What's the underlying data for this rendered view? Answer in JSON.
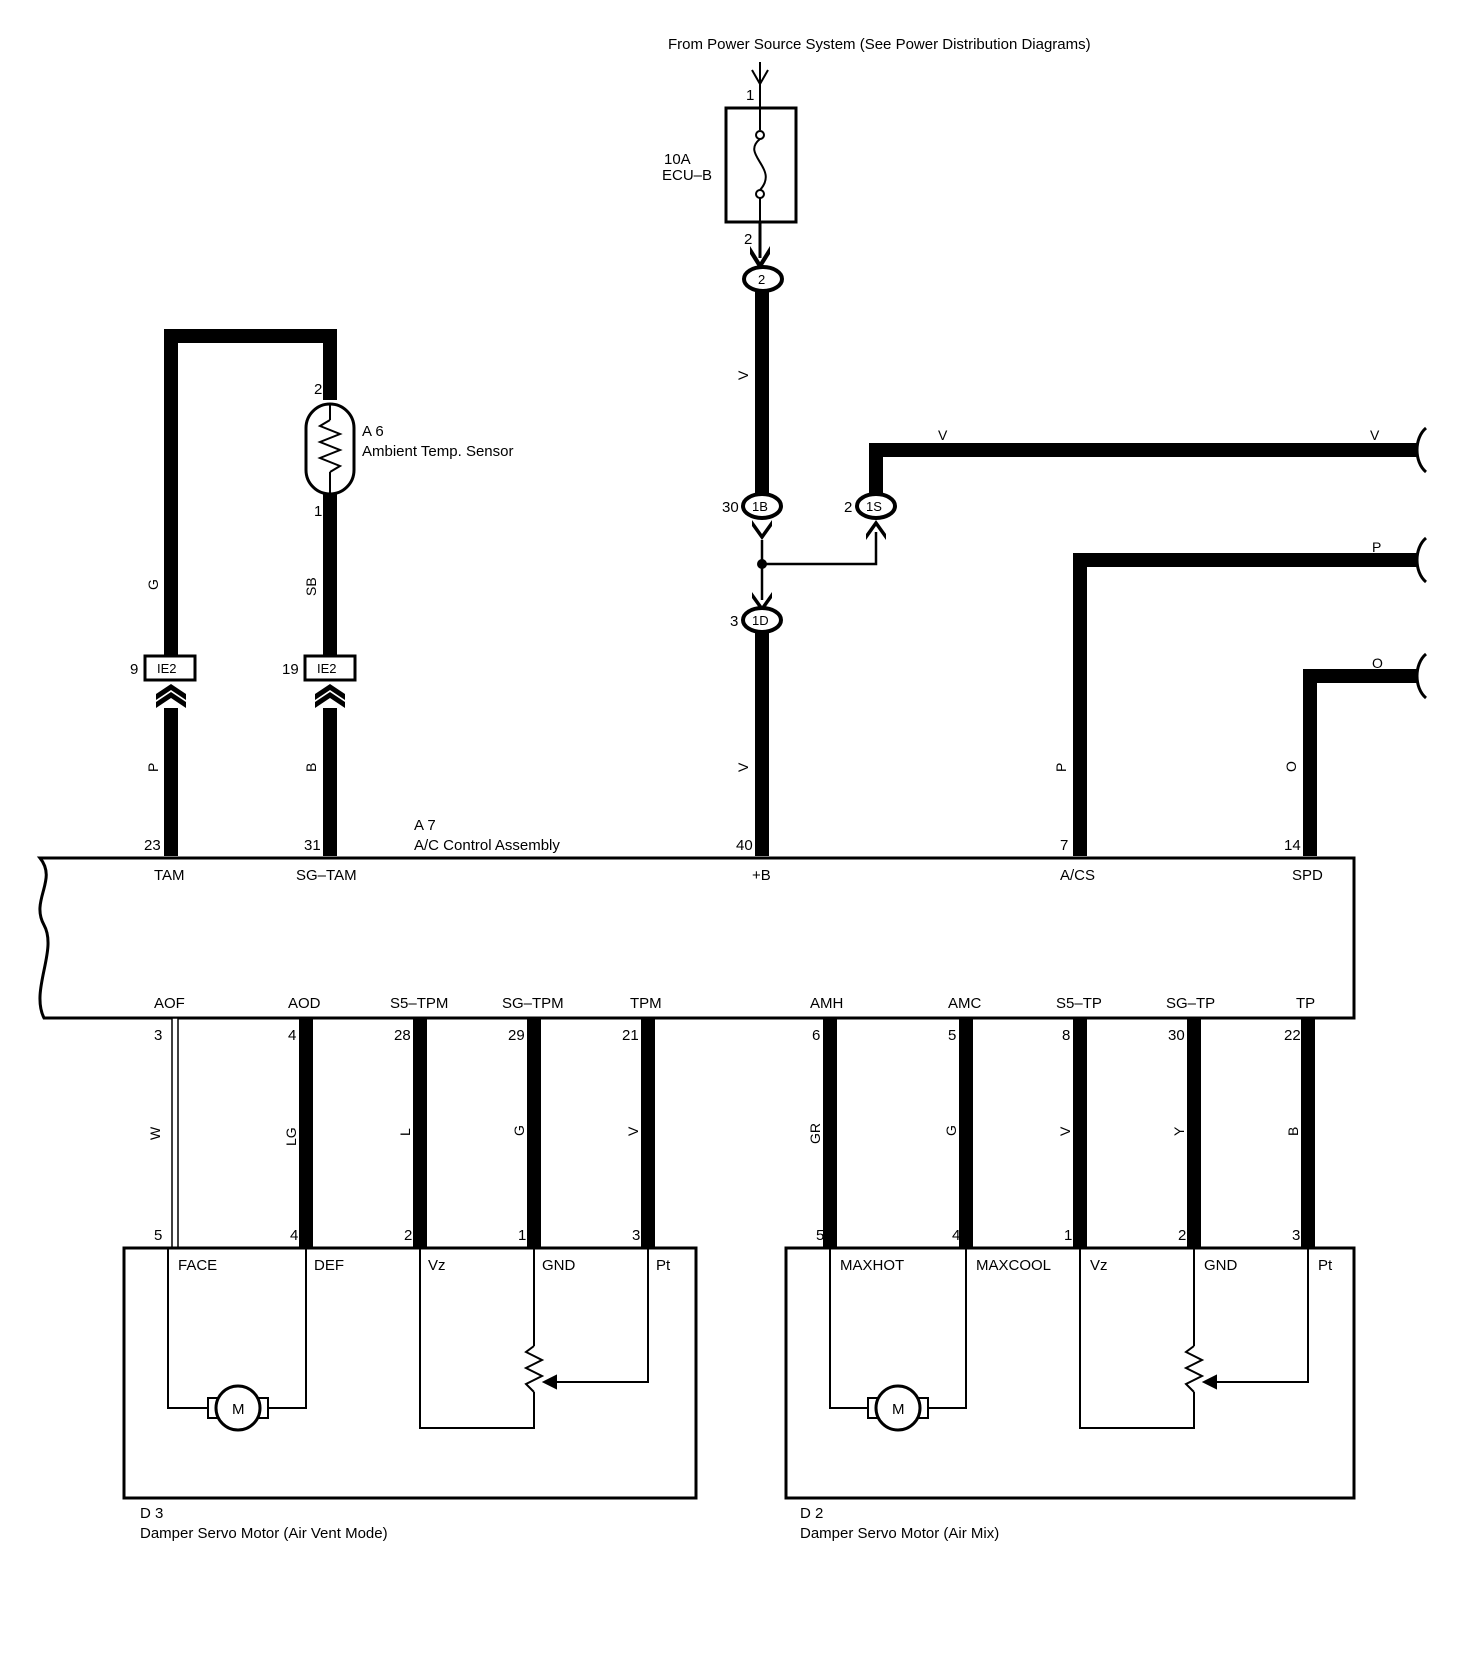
{
  "power_source": "From Power Source System (See Power Distribution Diagrams)",
  "fuse": {
    "rating": "10A",
    "name": "ECU–B",
    "pin_in": "1",
    "pin_out": "2"
  },
  "connectors": {
    "c2": "2",
    "c1b": "1B",
    "c1b_pin": "30",
    "c1s": "1S",
    "c1s_pin": "2",
    "c1d": "1D",
    "c1d_pin": "3",
    "ie2_left": "IE2",
    "ie2_left_pin": "9",
    "ie2_right": "IE2",
    "ie2_right_pin": "19"
  },
  "sensor": {
    "code": "A 6",
    "name": "Ambient Temp.  Sensor",
    "pin_top": "2",
    "pin_bottom": "1"
  },
  "assembly": {
    "code": "A 7",
    "name": "A/C Control Assembly",
    "top_terminals": [
      {
        "pin": "23",
        "name": "TAM"
      },
      {
        "pin": "31",
        "name": "SG–TAM"
      },
      {
        "pin": "40",
        "name": "+B"
      },
      {
        "pin": "7",
        "name": "A/CS"
      },
      {
        "pin": "14",
        "name": "SPD"
      }
    ],
    "bottom_terminals": [
      {
        "pin": "3",
        "name": "AOF"
      },
      {
        "pin": "4",
        "name": "AOD"
      },
      {
        "pin": "28",
        "name": "S5–TPM"
      },
      {
        "pin": "29",
        "name": "SG–TPM"
      },
      {
        "pin": "21",
        "name": "TPM"
      },
      {
        "pin": "6",
        "name": "AMH"
      },
      {
        "pin": "5",
        "name": "AMC"
      },
      {
        "pin": "8",
        "name": "S5–TP"
      },
      {
        "pin": "30",
        "name": "SG–TP"
      },
      {
        "pin": "22",
        "name": "TP"
      }
    ]
  },
  "wire_colors": {
    "sensor_loop_left": "G",
    "sensor_loop_right": "SB",
    "tam": "P",
    "sg_tam": "B",
    "fuse_to_1b": "V",
    "b_plus": "V",
    "branch_1s": "V",
    "branch_1s_end": "V",
    "acs": "P",
    "acs_end": "P",
    "spd": "O",
    "spd_end": "O",
    "aof": "W",
    "aod": "LG",
    "s5_tpm": "L",
    "sg_tpm": "G",
    "tpm": "V",
    "amh": "GR",
    "amc": "G",
    "s5_tp": "V",
    "sg_tp": "Y",
    "tp": "B"
  },
  "motor_d3": {
    "code": "D 3",
    "name": "Damper Servo Motor (Air Vent Mode)",
    "motor_symbol": "M",
    "terminals": [
      {
        "pin": "5",
        "name": "FACE"
      },
      {
        "pin": "4",
        "name": "DEF"
      },
      {
        "pin": "2",
        "name": "Vz"
      },
      {
        "pin": "1",
        "name": "GND"
      },
      {
        "pin": "3",
        "name": "Pt"
      }
    ]
  },
  "motor_d2": {
    "code": "D 2",
    "name": "Damper Servo Motor (Air Mix)",
    "motor_symbol": "M",
    "terminals": [
      {
        "pin": "5",
        "name": "MAXHOT"
      },
      {
        "pin": "4",
        "name": "MAXCOOL"
      },
      {
        "pin": "1",
        "name": "Vz"
      },
      {
        "pin": "2",
        "name": "GND"
      },
      {
        "pin": "3",
        "name": "Pt"
      }
    ]
  }
}
